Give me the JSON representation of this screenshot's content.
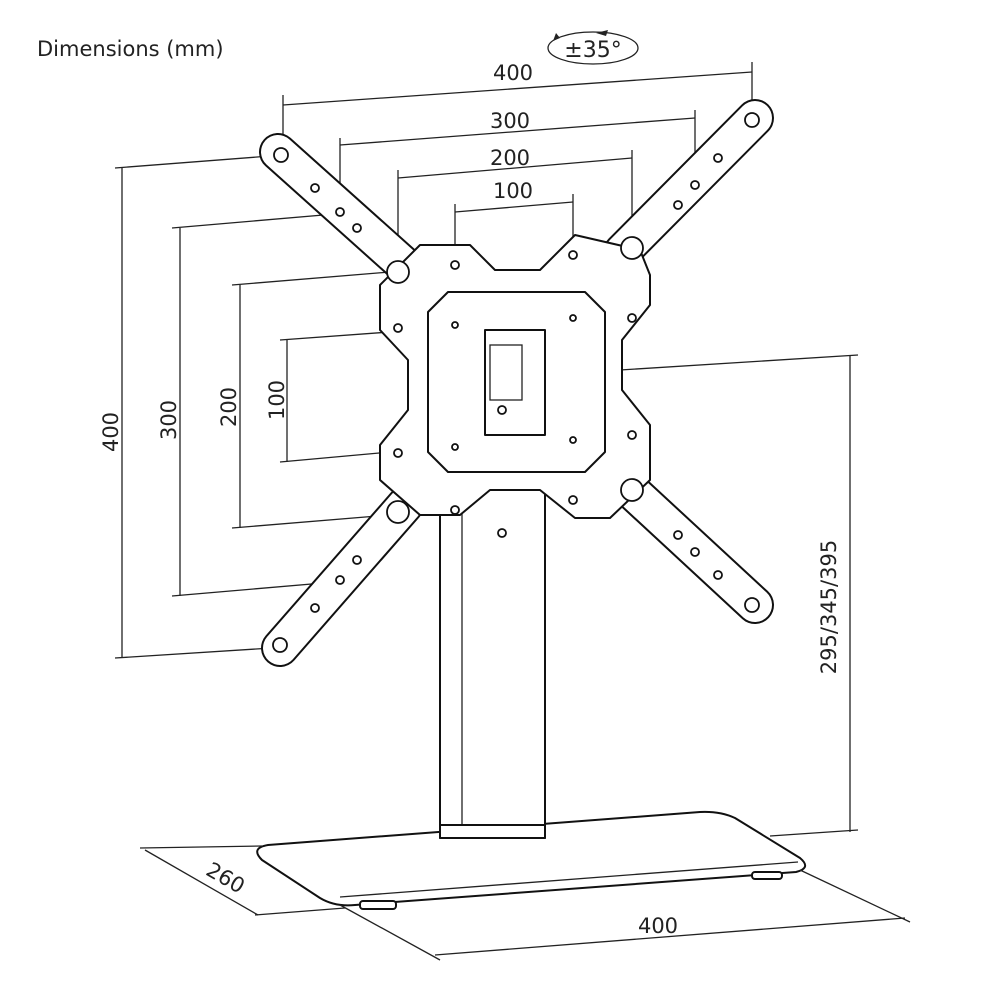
{
  "title": "Dimensions (mm)",
  "rotation": "±35°",
  "vesa_horizontal": [
    "400",
    "300",
    "200",
    "100"
  ],
  "vesa_vertical": [
    "400",
    "300",
    "200",
    "100"
  ],
  "height_range": "295/345/395",
  "base_depth": "260",
  "base_width": "400"
}
